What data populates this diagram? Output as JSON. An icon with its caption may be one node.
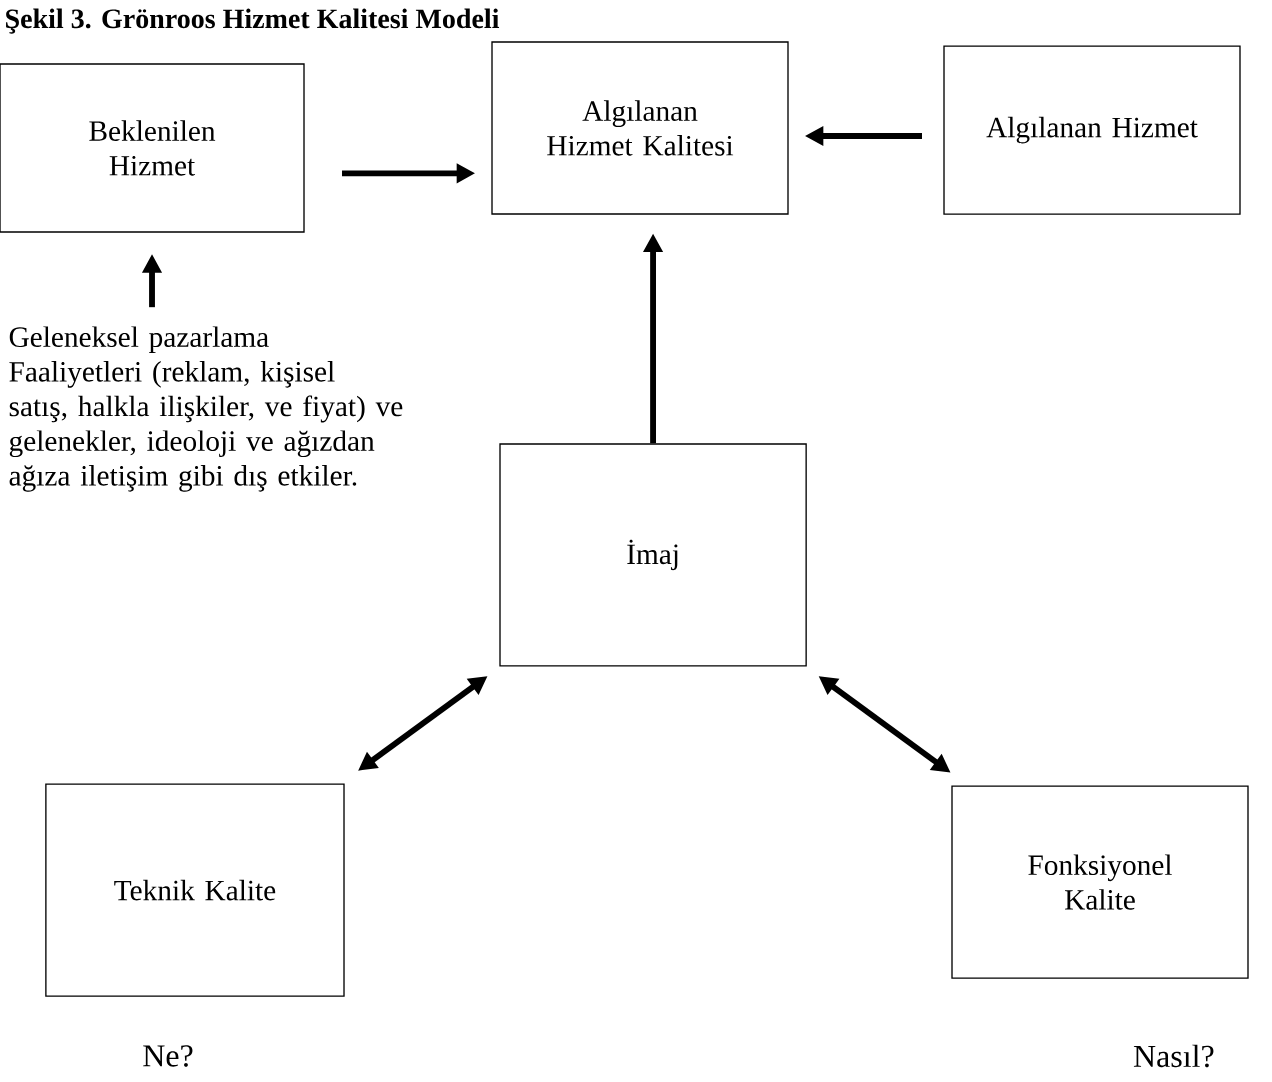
{
  "diagram": {
    "title": "Şekil 3. Grönroos Hizmet Kalitesi Modeli",
    "nodes": [
      {
        "text": [
          "Beklenilen Hizmet"
        ]
      },
      {
        "text": [
          "Algılanan Hizmet Kalitesi"
        ]
      },
      {
        "text": [
          "Algılanan Hizmet"
        ]
      },
      {
        "text": [
          "Geleneksel pazarlama Faaliyetleri (reklam, kişisel satış, halkla ilişkiler, ve fiyat) ve gelenekler, ideoloji ve ağızdan ağıza iletişim gibi dış etkiler."
        ]
      },
      {
        "text": [
          "İmaj"
        ]
      },
      {
        "text": [
          "Teknik Kalite"
        ],
        "beside": [
          "Ne?"
        ]
      },
      {
        "text": [
          "Fonksiyonel Kalite"
        ],
        "beside": [
          "Nasıl?"
        ]
      }
    ],
    "edges": [
      {
        "from": 0,
        "to": 1,
        "arrow": "to"
      },
      {
        "from": 2,
        "to": 1,
        "arrow": "to"
      },
      {
        "from": 3,
        "to": 0,
        "arrow": "to"
      },
      {
        "from": 4,
        "to": 1,
        "arrow": "to"
      },
      {
        "from": 4,
        "to": 5,
        "arrow": "both"
      },
      {
        "from": 4,
        "to": 6,
        "arrow": "both"
      }
    ]
  }
}
